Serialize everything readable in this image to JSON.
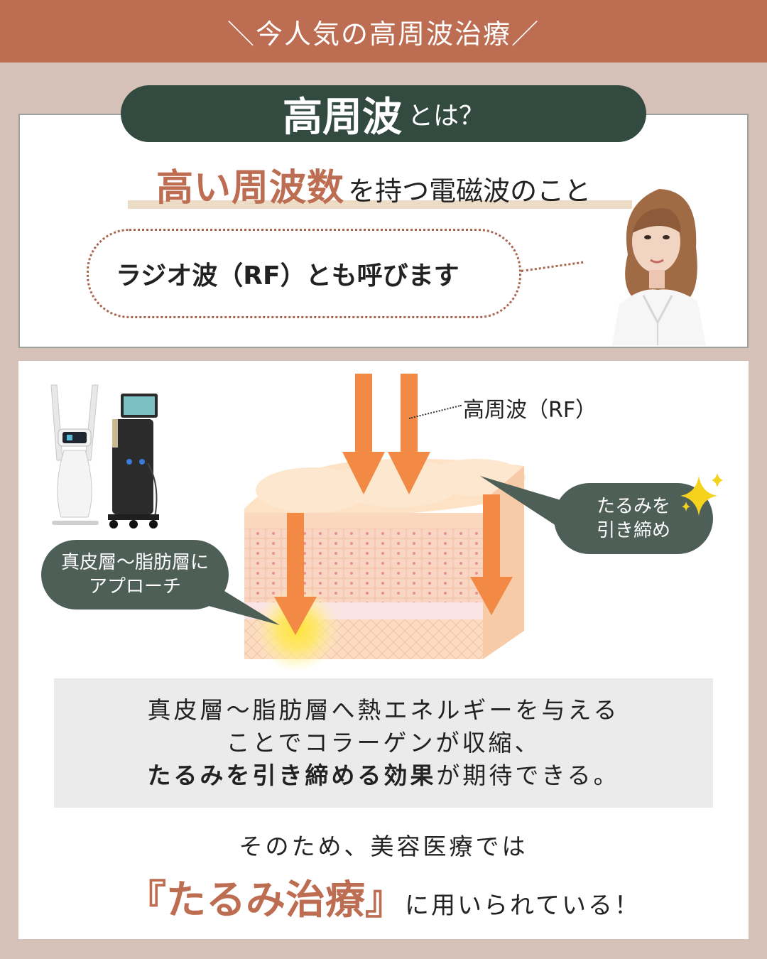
{
  "banner": {
    "title": "＼今人気の高周波治療／"
  },
  "section1": {
    "title_main": "高周波",
    "title_sub": "とは？",
    "definition_strong": "高い周波数",
    "definition_rest": "を持つ電磁波のこと",
    "bubble_text": "ラジオ波（RF）とも呼びます"
  },
  "section2": {
    "rf_label": "高周波（RF）",
    "bubble_right_line1": "たるみを",
    "bubble_right_line2": "引き締め",
    "bubble_left_line1": "真皮層〜脂肪層に",
    "bubble_left_line2": "アプローチ",
    "explain_line1": "真皮層〜脂肪層へ熱エネルギーを与える",
    "explain_line2": "ことでコラーゲンが収縮、",
    "explain_line3_bold": "たるみを引き締める効果",
    "explain_line3_rest": "が期待できる。",
    "conclusion_line1": "そのため、美容医療では",
    "conclusion_strong": "『たるみ治療』",
    "conclusion_rest": "に用いられている！"
  },
  "colors": {
    "banner": "#bd6d51",
    "accent_text": "#bd6d51",
    "pill_green": "#324a3f",
    "bubble_green": "#4e5f57",
    "arrow_orange": "#f28a45",
    "background": "#d6c1b8"
  }
}
